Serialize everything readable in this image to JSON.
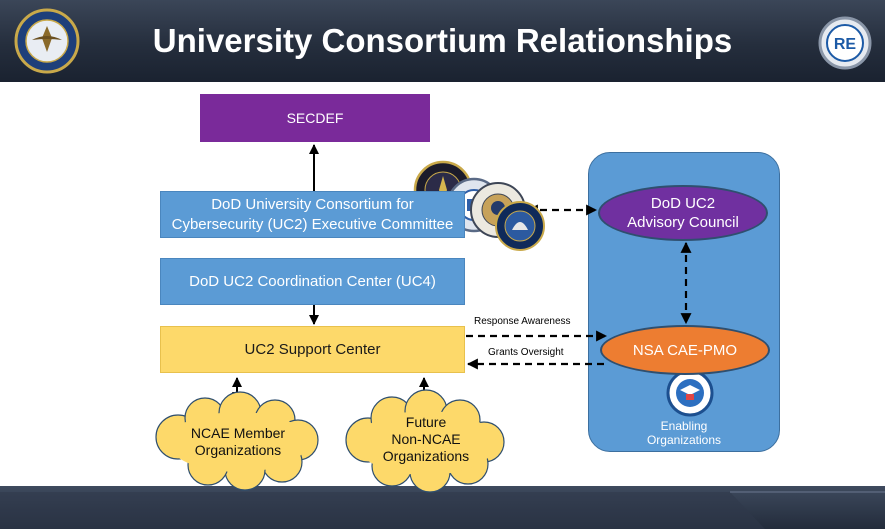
{
  "header": {
    "title": "University Consortium Relationships",
    "left_logo_icon": "dod-seal-icon",
    "right_logo_icon": "re-logo-icon"
  },
  "nodes": {
    "secdef": "SECDEF",
    "executive_committee": [
      "DoD University Consortium for",
      "Cybersecurity (UC2) Executive Committee"
    ],
    "coordination_center": "DoD UC2 Coordination Center (UC4)",
    "support_center": "UC2 Support Center",
    "advisory_council": [
      "DoD UC2",
      "Advisory Council"
    ],
    "nsa_cae_pmo": "NSA CAE-PMO",
    "enabling_organizations": [
      "Enabling",
      "Organizations"
    ],
    "ncae_member": [
      "NCAE Member",
      "Organizations"
    ],
    "future_non_ncae": [
      "Future",
      "Non-NCAE",
      "Organizations"
    ]
  },
  "edge_labels": {
    "response_awareness": "Response Awareness",
    "grants_oversight": "Grants Oversight"
  },
  "colors": {
    "secdef": "#7a2a9a",
    "committee": "#5b9bd5",
    "support_center": "#fdd96a",
    "advisory_council": "#7030a0",
    "nsa_cae_pmo": "#ed7d31",
    "cloud": "#fdd96a"
  },
  "seal_icons": [
    "cyber-command-seal-icon",
    "agency-seal-icon",
    "security-seal-icon",
    "cyber-center-seal-icon",
    "cae-seal-icon"
  ]
}
